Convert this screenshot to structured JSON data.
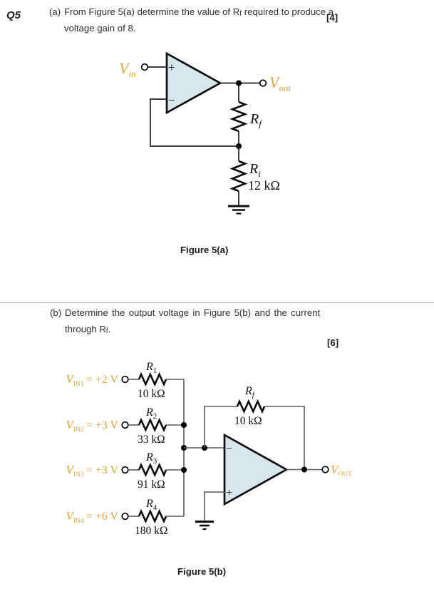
{
  "page": {
    "question_number": "Q5",
    "part_a": {
      "marker": "(a)",
      "line1_pre": "From Figure 5(a) determine the value of R",
      "r_subscript": "f",
      "line1_post": " required to produce a",
      "line2": "voltage gain of 8.",
      "marks": "[4]"
    },
    "part_b": {
      "marker": "(b)",
      "line1": "Determine the output voltage in Figure 5(b) and the current",
      "line2_pre": "through R",
      "r_subscript": "f",
      "line2_post": ".",
      "marks": "[6]"
    }
  },
  "figure_a": {
    "caption": "Figure 5(a)",
    "vin_main": "V",
    "vin_sub": "in",
    "vout_main": "V",
    "vout_sub": "out",
    "plus": "+",
    "minus": "−",
    "rf_main": "R",
    "rf_sub": "f",
    "ri_main": "R",
    "ri_sub": "i",
    "ri_value": "12 kΩ"
  },
  "figure_b": {
    "caption": "Figure 5(b)",
    "inputs": [
      {
        "v_main": "V",
        "v_sub": "IN1",
        "v_eq": "= +2 V",
        "r_main": "R",
        "r_sub": "1",
        "r_value": "10 kΩ"
      },
      {
        "v_main": "V",
        "v_sub": "IN2",
        "v_eq": "= +3 V",
        "r_main": "R",
        "r_sub": "2",
        "r_value": "33 kΩ"
      },
      {
        "v_main": "V",
        "v_sub": "IN3",
        "v_eq": "= +3 V",
        "r_main": "R",
        "r_sub": "3",
        "r_value": "91 kΩ"
      },
      {
        "v_main": "V",
        "v_sub": "IN4",
        "v_eq": "= +6 V",
        "r_main": "R",
        "r_sub": "4",
        "r_value": "180 kΩ"
      }
    ],
    "rf_main": "R",
    "rf_sub": "f",
    "rf_value": "10 kΩ",
    "vout_main": "V",
    "vout_sub": "OUT",
    "plus": "+",
    "minus": "−"
  },
  "colors": {
    "accent_orange": "#E2A33C",
    "opamp_fill": "#D8E7EE",
    "wire_gray": "#5C5C5C",
    "ink_black": "#0D0D0D"
  }
}
